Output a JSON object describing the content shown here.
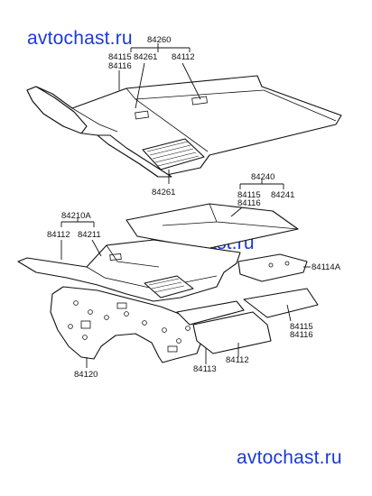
{
  "watermarks": [
    "avtochast.ru",
    "avtochast.ru",
    "avtochast.ru"
  ],
  "labels": {
    "p84260": "84260",
    "p84115_a": "84115",
    "p84116_a": "84116",
    "p84261_a": "84261",
    "p84112_a": "84112",
    "p84261_b": "84261",
    "p84240": "84240",
    "p84115_b": "84115",
    "p84116_b": "84116",
    "p84241": "84241",
    "p84210A": "84210A",
    "p84112_b": "84112",
    "p84211": "84211",
    "p84114A": "84114A",
    "p84115_c": "84115",
    "p84116_c": "84116",
    "p84120": "84120",
    "p84113": "84113",
    "p84112_c": "84112"
  }
}
